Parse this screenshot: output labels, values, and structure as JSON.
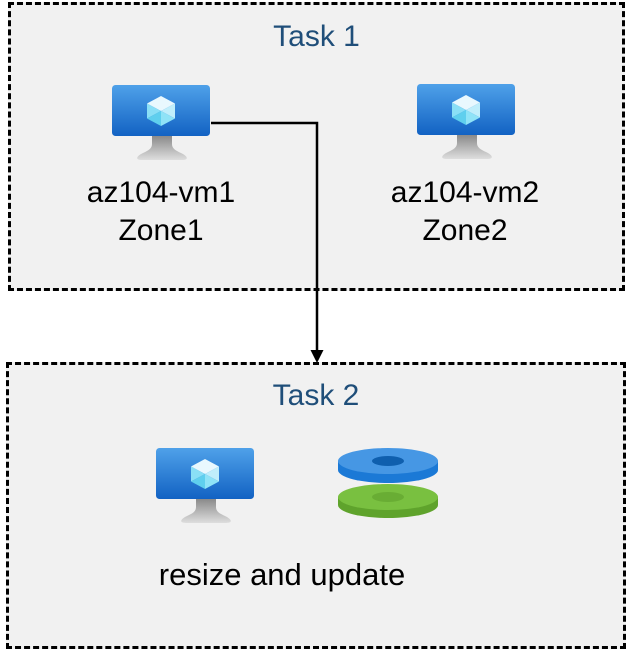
{
  "diagram": {
    "task1": {
      "title": "Task 1",
      "vms": [
        {
          "name": "az104-vm1",
          "zone": "Zone1"
        },
        {
          "name": "az104-vm2",
          "zone": "Zone2"
        }
      ]
    },
    "task2": {
      "title": "Task 2",
      "caption": "resize and update"
    },
    "connector": {
      "from": "az104-vm1",
      "to": "Task 2"
    },
    "icons": {
      "vm": "azure-virtual-machine-icon",
      "disks": "azure-managed-disks-icon"
    },
    "colors": {
      "box_background": "#f1f1f1",
      "box_border": "#000000",
      "title_text": "#1f4e79",
      "label_text": "#000000",
      "arrow": "#000000",
      "vm_screen_top": "#4fa1e9",
      "vm_screen_bottom": "#1262c3",
      "cube_light": "#e9f8fe",
      "cube_cyan": "#5fcfee",
      "disk_blue_top": "#4697e4",
      "disk_blue_side": "#1b79d6",
      "disk_blue_hole": "#0f5fae",
      "disk_green_top": "#79c040",
      "disk_green_side": "#5fa32c",
      "disk_green_hole": "#69ad34"
    }
  }
}
